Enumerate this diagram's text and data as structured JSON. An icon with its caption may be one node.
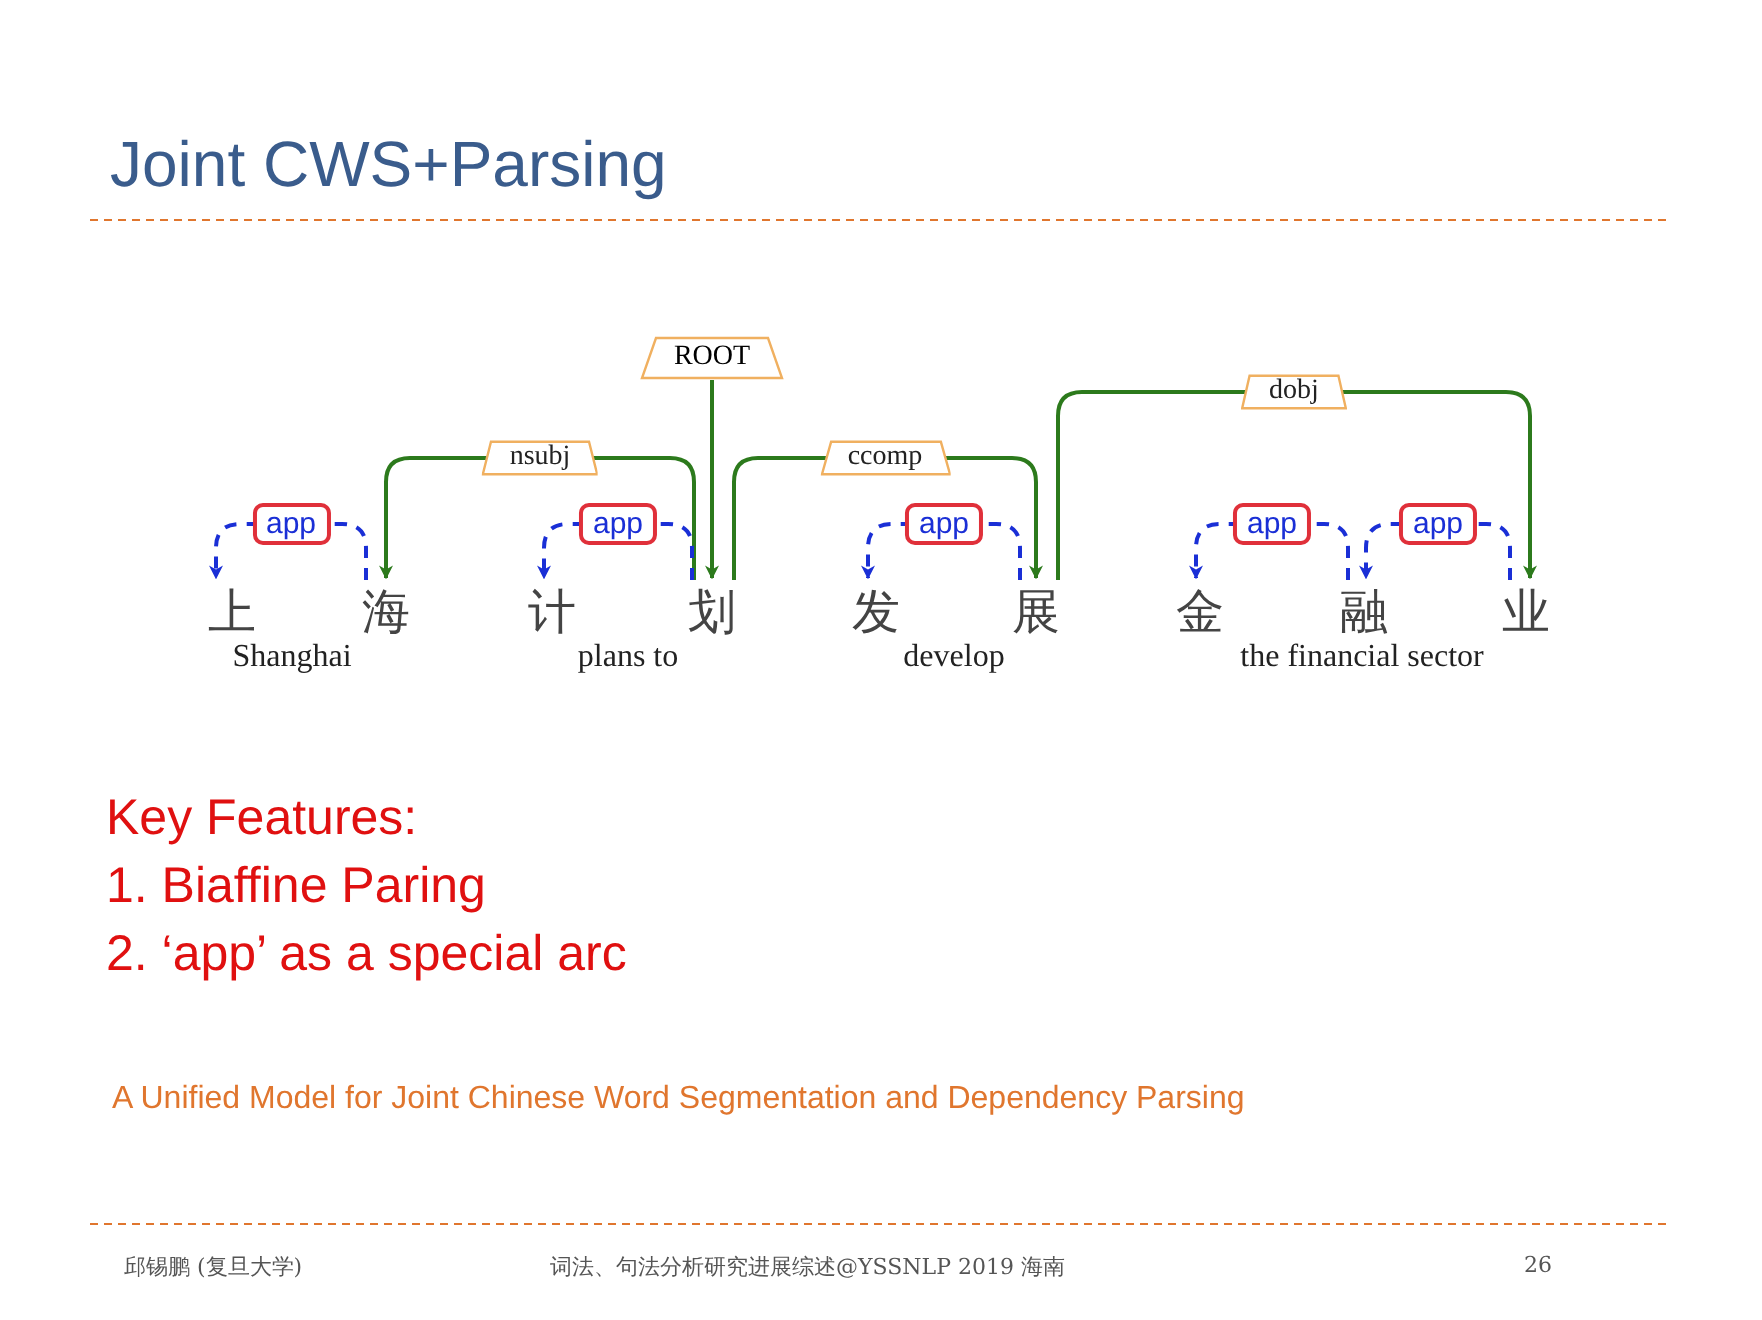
{
  "diagram": {
    "title": "Joint CWS+Parsing",
    "nodes": [
      {
        "text": [
          "ROOT"
        ]
      },
      {
        "text": [
          "上"
        ]
      },
      {
        "text": [
          "海"
        ]
      },
      {
        "text": [
          "计"
        ]
      },
      {
        "text": [
          "划"
        ]
      },
      {
        "text": [
          "发"
        ]
      },
      {
        "text": [
          "展"
        ]
      },
      {
        "text": [
          "金"
        ]
      },
      {
        "text": [
          "融"
        ]
      },
      {
        "text": [
          "业"
        ]
      }
    ],
    "edges": [
      {
        "from": 0,
        "to": 4,
        "arrow": "to",
        "color": "#2c7a1c"
      },
      {
        "from": 4,
        "to": 2,
        "arrow": "to",
        "label": "nsubj",
        "color": "#2c7a1c"
      },
      {
        "from": 4,
        "to": 6,
        "arrow": "to",
        "label": "ccomp",
        "color": "#2c7a1c"
      },
      {
        "from": 6,
        "to": 9,
        "arrow": "to",
        "label": "dobj",
        "color": "#2c7a1c"
      },
      {
        "from": 2,
        "to": 1,
        "arrow": "to",
        "label": "app",
        "style": "dashed"
      },
      {
        "from": 4,
        "to": 3,
        "arrow": "to",
        "label": "app",
        "style": "dashed"
      },
      {
        "from": 6,
        "to": 5,
        "arrow": "to",
        "label": "app",
        "style": "dashed"
      },
      {
        "from": 8,
        "to": 7,
        "arrow": "to",
        "label": "app",
        "style": "dashed"
      },
      {
        "from": 9,
        "to": 8,
        "arrow": "to",
        "label": "app",
        "style": "dashed"
      }
    ],
    "labels": [
      "Shanghai",
      "plans to",
      "develop",
      "the financial sector",
      "Key Features:",
      "1. Biaffine Paring",
      "2. ‘app’ as a special arc",
      "A Unified Model for Joint Chinese Word Segmentation and Dependency Parsing",
      "邱锡鹏 (复旦大学)",
      "词法、句法分析研究进展综述@YSSNLP 2019 海南",
      "26"
    ]
  }
}
